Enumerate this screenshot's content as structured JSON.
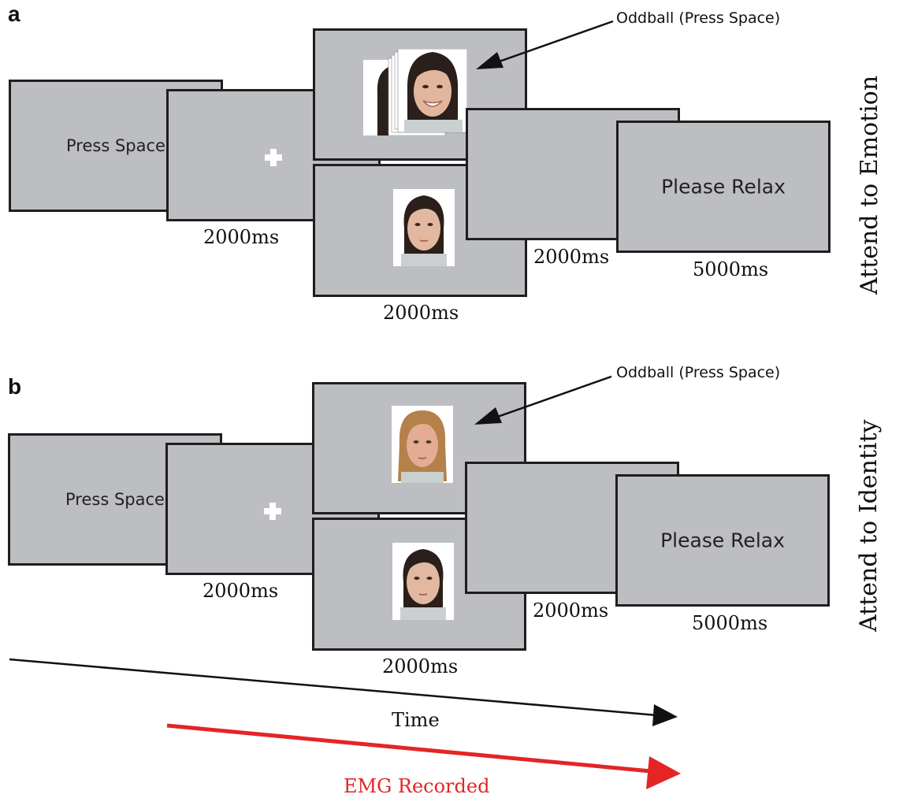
{
  "panels": [
    {
      "letter": "a",
      "condition": "Attend to Emotion",
      "start_text": "Press Space",
      "fixation_duration": "2000ms",
      "oddball_label": "Oddball (Press Space)",
      "face_duration": "2000ms",
      "blank_duration": "2000ms",
      "relax_text": "Please Relax",
      "relax_duration": "5000ms"
    },
    {
      "letter": "b",
      "condition": "Attend to Identity",
      "start_text": "Press Space",
      "fixation_duration": "2000ms",
      "oddball_label": "Oddball (Press Space)",
      "face_duration": "2000ms",
      "blank_duration": "2000ms",
      "relax_text": "Please Relax",
      "relax_duration": "5000ms"
    }
  ],
  "timeline": {
    "time_label": "Time",
    "emg_label": "EMG Recorded"
  },
  "colors": {
    "screen_fill": "#bdbec1",
    "screen_border": "#1e1e1e",
    "emg": "#e32526",
    "arrow": "#111111"
  }
}
